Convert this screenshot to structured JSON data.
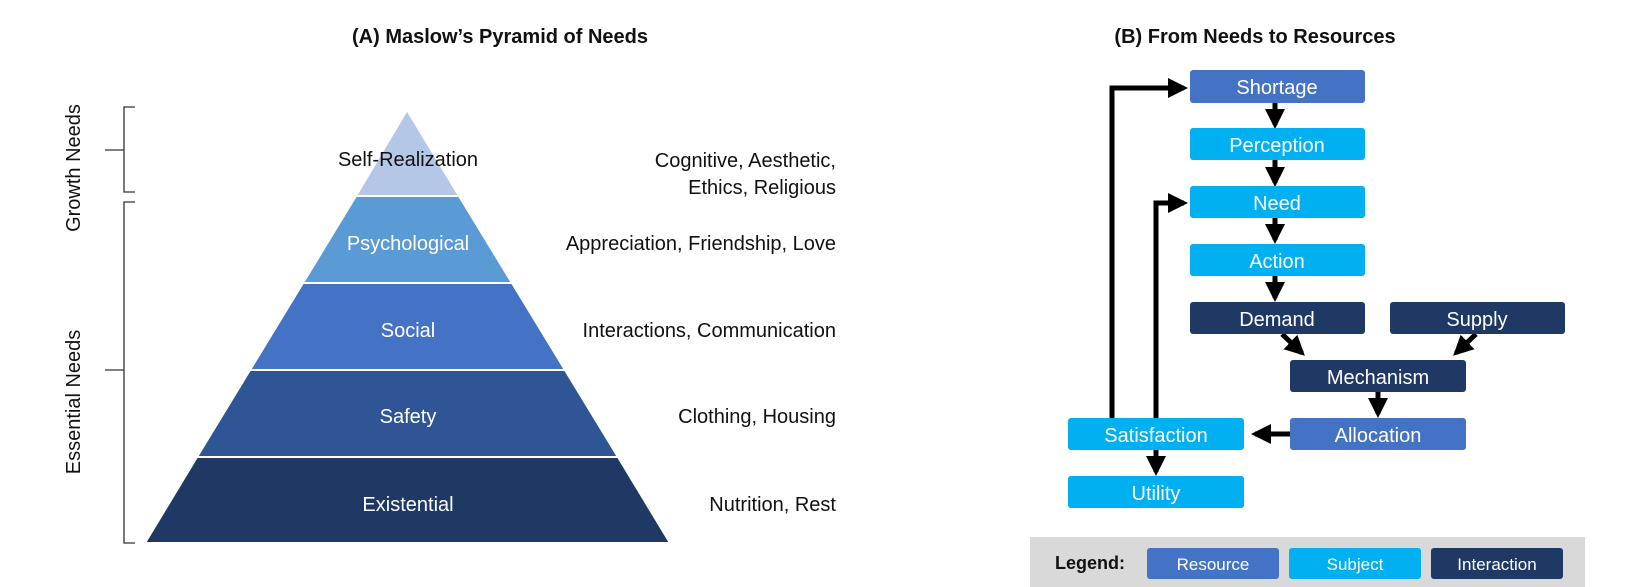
{
  "panel_a": {
    "title": "(A) Maslow’s Pyramid of Needs",
    "groups": [
      {
        "label": "Growth Needs"
      },
      {
        "label": "Essential Needs"
      }
    ],
    "levels": [
      {
        "label": "Self-Realization",
        "examples": [
          "Cognitive, Aesthetic,",
          "Ethics, Religious"
        ],
        "color": "#b4c7e7"
      },
      {
        "label": "Psychological",
        "examples": [
          "Appreciation, Friendship, Love"
        ],
        "color": "#5b9bd5"
      },
      {
        "label": "Social",
        "examples": [
          "Interactions, Communication"
        ],
        "color": "#4472c4"
      },
      {
        "label": "Safety",
        "examples": [
          "Clothing, Housing"
        ],
        "color": "#2f5597"
      },
      {
        "label": "Existential",
        "examples": [
          "Nutrition, Rest"
        ],
        "color": "#203864"
      }
    ]
  },
  "panel_b": {
    "title": "(B) From Needs to Resources",
    "nodes": {
      "shortage": {
        "label": "Shortage",
        "kind": "resource"
      },
      "perception": {
        "label": "Perception",
        "kind": "subject"
      },
      "need": {
        "label": "Need",
        "kind": "subject"
      },
      "action": {
        "label": "Action",
        "kind": "subject"
      },
      "demand": {
        "label": "Demand",
        "kind": "interaction"
      },
      "supply": {
        "label": "Supply",
        "kind": "interaction"
      },
      "mechanism": {
        "label": "Mechanism",
        "kind": "interaction"
      },
      "allocation": {
        "label": "Allocation",
        "kind": "resource"
      },
      "satisfaction": {
        "label": "Satisfaction",
        "kind": "subject"
      },
      "utility": {
        "label": "Utility",
        "kind": "subject"
      }
    },
    "edges": [
      [
        "shortage",
        "perception"
      ],
      [
        "perception",
        "need"
      ],
      [
        "need",
        "action"
      ],
      [
        "action",
        "demand"
      ],
      [
        "demand",
        "mechanism"
      ],
      [
        "supply",
        "mechanism"
      ],
      [
        "mechanism",
        "allocation"
      ],
      [
        "allocation",
        "satisfaction"
      ],
      [
        "satisfaction",
        "utility"
      ],
      [
        "satisfaction",
        "shortage"
      ],
      [
        "satisfaction",
        "need"
      ]
    ],
    "legend": {
      "title": "Legend:",
      "items": [
        {
          "label": "Resource",
          "kind": "resource"
        },
        {
          "label": "Subject",
          "kind": "subject"
        },
        {
          "label": "Interaction",
          "kind": "interaction"
        }
      ]
    },
    "colors": {
      "resource": "#4472c4",
      "subject": "#00b0f0",
      "interaction": "#203864",
      "legend_bg": "#d9d9d9",
      "arrow": "#000000"
    }
  }
}
